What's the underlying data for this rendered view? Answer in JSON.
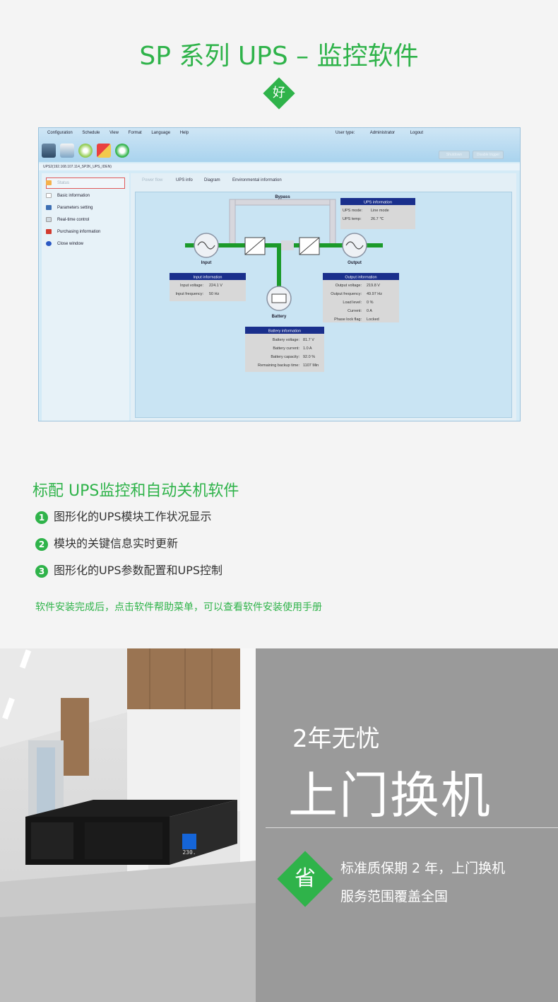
{
  "header": {
    "title": "SP 系列 UPS – 监控软件",
    "badge": "好"
  },
  "software": {
    "menu": [
      "Configuration",
      "Schedule",
      "View",
      "Format",
      "Language",
      "Help"
    ],
    "user_type_label": "User type:",
    "user_type_value": "Administrator",
    "logout": "Logout",
    "btn1": "Shutdown",
    "btn2": "Disable trigger",
    "path": "UPS2(192.168.107.114_SP2K_UPS_IDEN)",
    "sidebar": [
      "Status",
      "Basic information",
      "Parameters setting",
      "Real-time control",
      "Purchasing information",
      "Close window"
    ],
    "tabs": [
      "Power flow",
      "UPS info",
      "Diagram",
      "Environmental information"
    ],
    "diagram": {
      "bypass": "Bypass",
      "input": "Input",
      "output": "Output",
      "battery": "Battery",
      "ups_info": {
        "title": "UPS information",
        "rows": [
          [
            "UPS mode:",
            "Line mode"
          ],
          [
            "UPS temp:",
            "26.7 ℃"
          ]
        ]
      },
      "input_info": {
        "title": "Input information",
        "rows": [
          [
            "Input voltage:",
            "224.1 V"
          ],
          [
            "Input frequency:",
            "50 Hz"
          ]
        ]
      },
      "output_info": {
        "title": "Output information",
        "rows": [
          [
            "Output voltage:",
            "219.8 V"
          ],
          [
            "Output frequency:",
            "49.97 Hz"
          ],
          [
            "Load level:",
            "0 %"
          ],
          [
            "Current:",
            "0 A"
          ],
          [
            "Phase lock flag:",
            "Locked"
          ]
        ]
      },
      "battery_info": {
        "title": "Battery information",
        "rows": [
          [
            "Battery voltage:",
            "81.7 V"
          ],
          [
            "Battery current:",
            "1.0 A"
          ],
          [
            "Battery capacity:",
            "92.0 %"
          ],
          [
            "Remaining backup time:",
            "1107 Min"
          ]
        ]
      }
    }
  },
  "features": {
    "heading": "标配 UPS监控和自动关机软件",
    "items": [
      {
        "num": "1",
        "text": "图形化的UPS模块工作状况显示"
      },
      {
        "num": "2",
        "text": "模块的关键信息实时更新"
      },
      {
        "num": "3",
        "text": "图形化的UPS参数配置和UPS控制"
      }
    ],
    "note": "软件安装完成后，点击软件帮助菜单，可以查看软件安装使用手册"
  },
  "banner": {
    "sub": "2年无忧",
    "main": "上门换机",
    "badge": "省",
    "line1": "标准质保期 2 年，上门换机",
    "line2": "服务范围覆盖全国",
    "lcd": "230."
  },
  "colors": {
    "accent": "#2fb34a",
    "banner_bg": "#9a9a9a"
  }
}
